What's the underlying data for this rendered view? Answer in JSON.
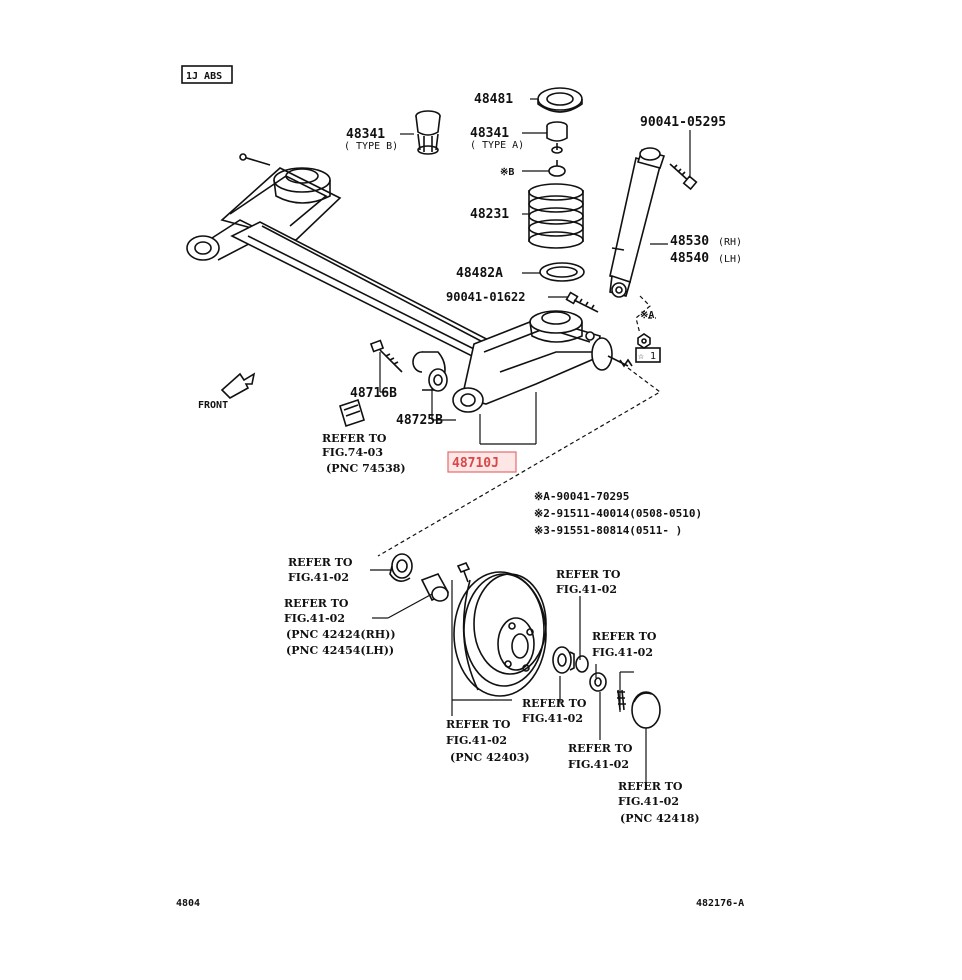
{
  "header": {
    "badge": "1J ABS"
  },
  "labels": {
    "boot_b_num": "48341",
    "boot_b_type": "( TYPE B)",
    "insulator_top": "48481",
    "boot_a_num": "48341",
    "boot_a_type": "( TYPE A)",
    "mark_b": "※B",
    "spring": "48231",
    "insulator_low": "48482A",
    "bolt_top": "90041-05295",
    "shock_rh": "48530",
    "shock_rh_side": "(RH)",
    "shock_lh": "48540",
    "shock_lh_side": "(LH)",
    "bolt_mid": "90041-01622",
    "mark_a": "※A",
    "star_1": "☆ 1",
    "bolt_beam": "48716B",
    "bushing": "48725B",
    "beam_assy": "48710J",
    "front": "FRONT"
  },
  "refs": {
    "beam_ref_1": "REFER TO",
    "beam_ref_2": "FIG.74-03",
    "beam_ref_3": "(PNC 74538)",
    "notes_1": "※A-90041-70295",
    "notes_2": "※2-91511-40014(0508-0510)",
    "notes_3": "※3-91551-80814(0511-      )",
    "bearing_ref_1": "REFER TO",
    "bearing_ref_2": "FIG.41-02",
    "hub_ref_1": "REFER TO",
    "hub_ref_2": "FIG.41-02",
    "hub_ref_3": "(PNC 42424(RH))",
    "hub_ref_4": "(PNC 42454(LH))",
    "seal_ref_1": "REFER TO",
    "seal_ref_2": "FIG.41-02",
    "bearing2_ref_1": "REFER TO",
    "bearing2_ref_2": "FIG.41-02",
    "pin_ref_1": "REFER TO",
    "pin_ref_2": "FIG.41-02",
    "drum_ref_1": "REFER TO",
    "drum_ref_2": "FIG.41-02",
    "drum_ref_3": "(PNC 42403)",
    "nut_ref_1": "REFER TO",
    "nut_ref_2": "FIG.41-02",
    "cap_ref_1": "REFER TO",
    "cap_ref_2": "FIG.41-02",
    "cap_ref_3": "(PNC 42418)"
  },
  "footer": {
    "left": "4804",
    "right": "482176-A"
  },
  "colors": {
    "ink": "#111111",
    "highlight_border": "#e46b6b",
    "highlight_text": "#d84848",
    "highlight_fill": "#fde6e6"
  }
}
